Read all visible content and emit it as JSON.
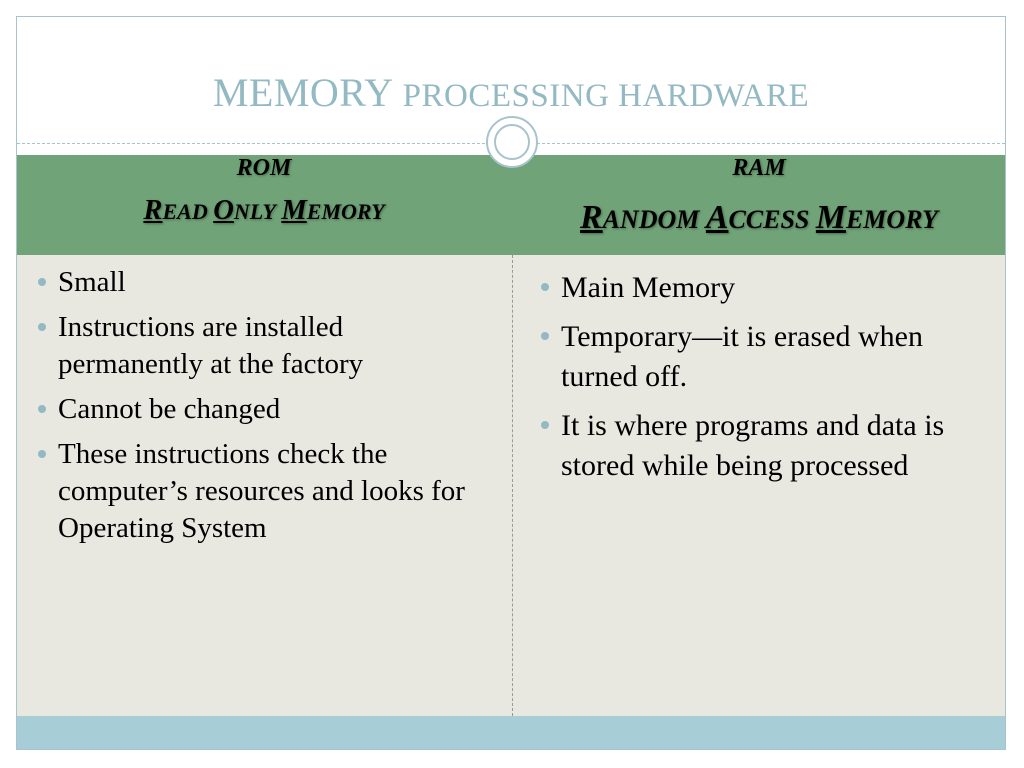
{
  "title": {
    "main": "MEMORY",
    "rest": "PROCESSING HARDWARE"
  },
  "columns": [
    {
      "abbr": "ROM",
      "full": [
        {
          "initial": "R",
          "rest": "EAD"
        },
        {
          "initial": "O",
          "rest": "NLY"
        },
        {
          "initial": "M",
          "rest": "EMORY"
        }
      ],
      "bullets": [
        "Small",
        "Instructions are installed permanently at the factory",
        "Cannot be changed",
        "These instructions check the computer’s resources and looks for Operating System"
      ]
    },
    {
      "abbr": "RAM",
      "full": [
        {
          "initial": "R",
          "rest": "ANDOM"
        },
        {
          "initial": "A",
          "rest": "CCESS"
        },
        {
          "initial": "M",
          "rest": "EMORY"
        }
      ],
      "bullets": [
        "Main Memory",
        "Temporary—it is erased when turned off.",
        "It is where programs and data is stored while being processed"
      ]
    }
  ],
  "colors": {
    "title": "#93b9c2",
    "header_band": "#70a377",
    "body": "#e8e8e0",
    "footer": "#a7cdd7",
    "bullet": "#93b9c2"
  }
}
